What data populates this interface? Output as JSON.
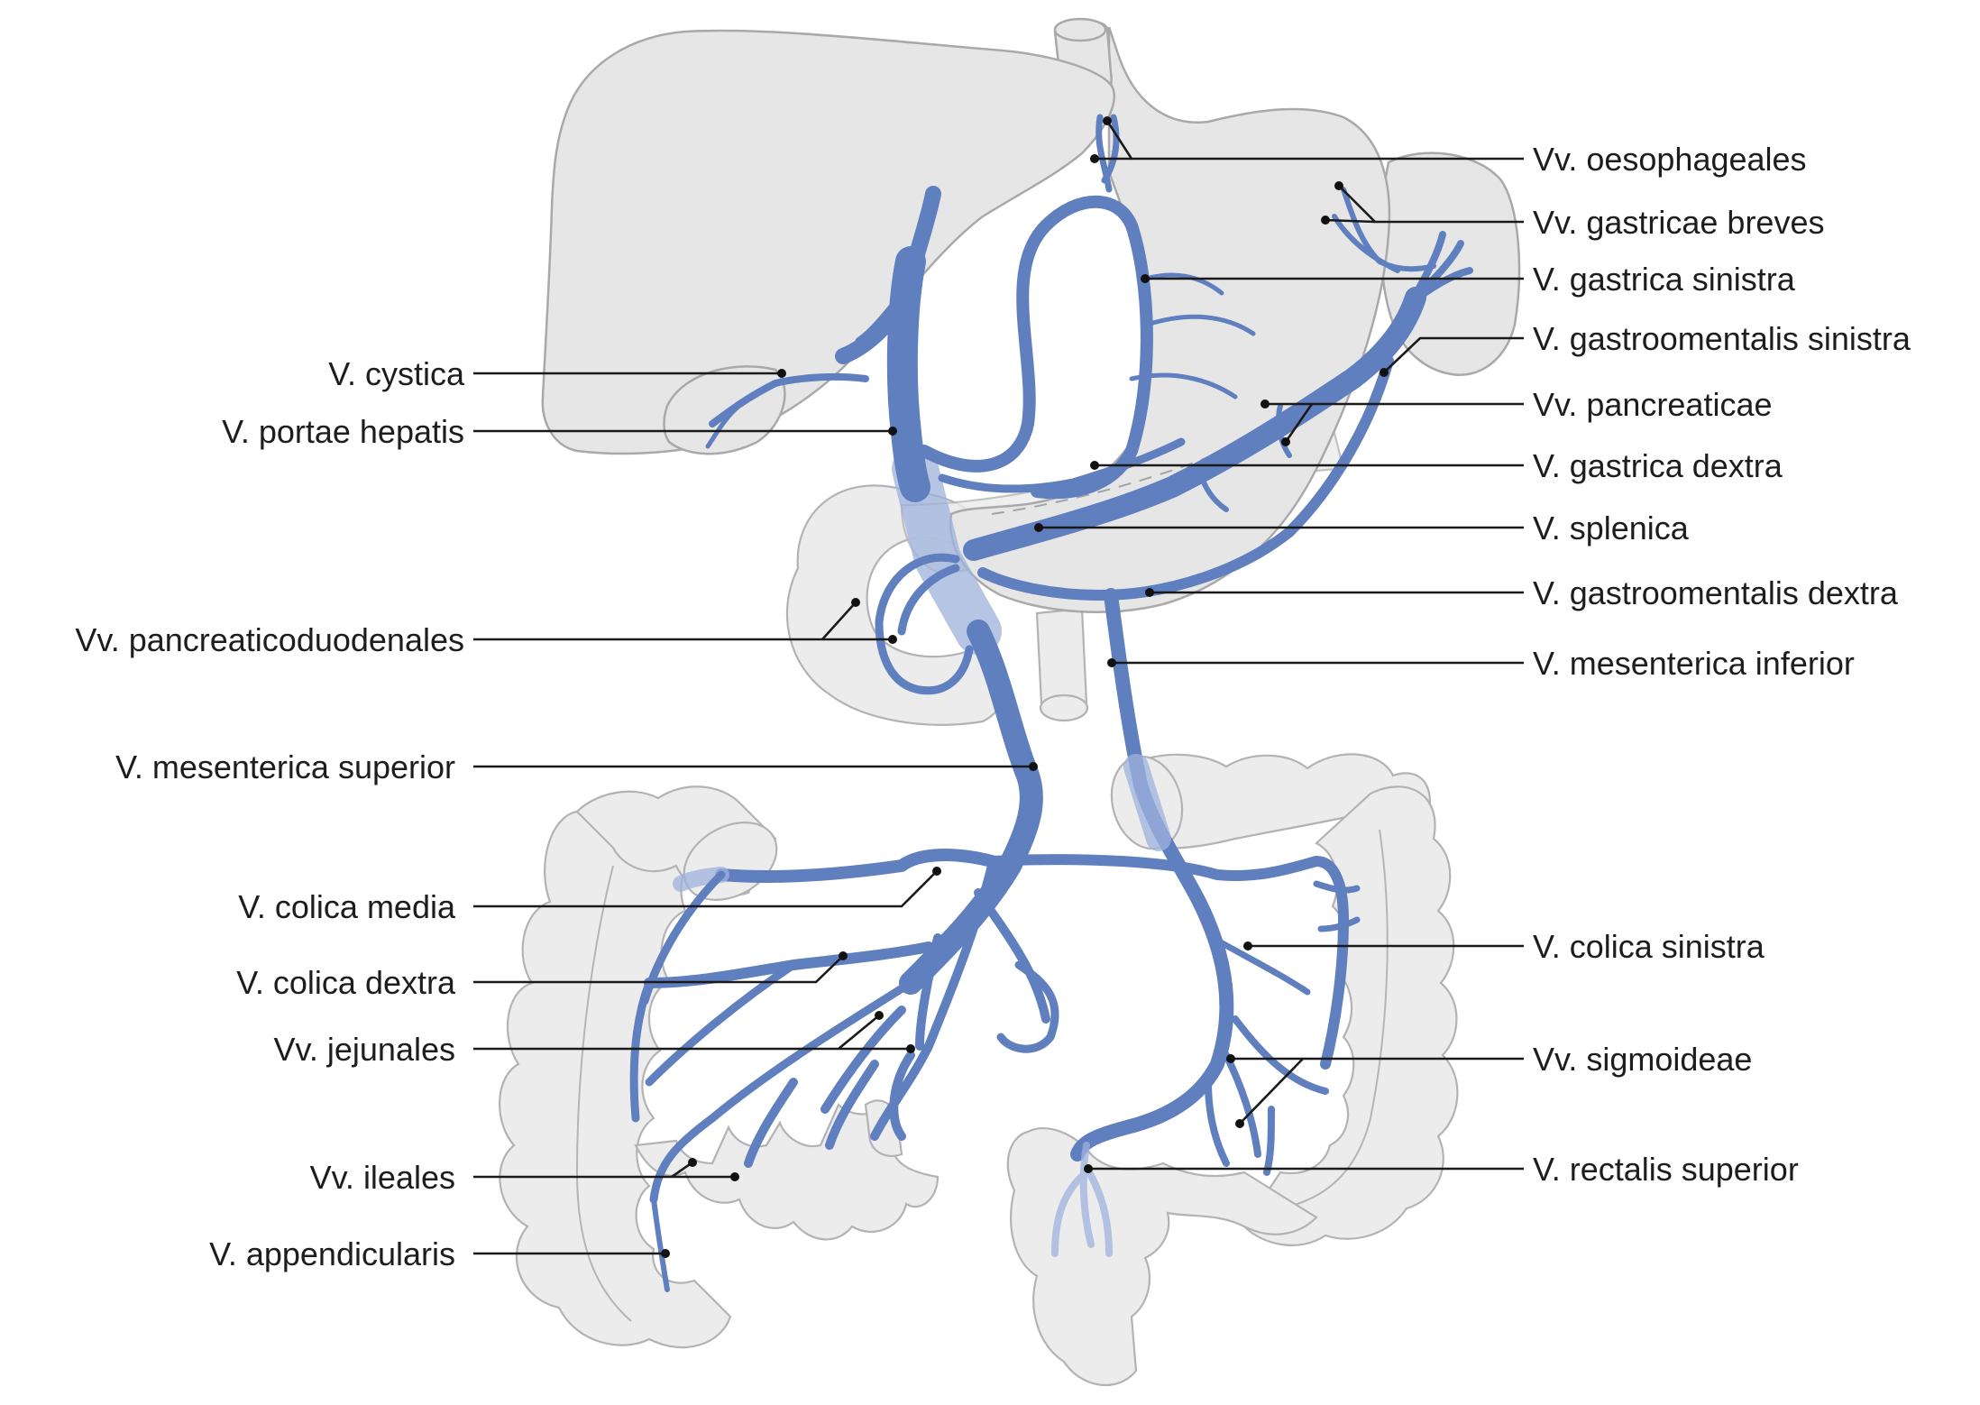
{
  "labels": {
    "right": {
      "oesophageales": "Vv. oesophageales",
      "gastricae_breves": "Vv. gastricae breves",
      "gastrica_sinistra": "V. gastrica sinistra",
      "gastroomentalis_sinistra": "V. gastroomentalis sinistra",
      "pancreaticae": "Vv. pancreaticae",
      "gastrica_dextra": "V. gastrica dextra",
      "splenica": "V. splenica",
      "gastroomentalis_dextra": "V. gastroomentalis dextra",
      "mesenterica_inferior": "V. mesenterica inferior",
      "colica_sinistra": "V. colica sinistra",
      "sigmoideae": "Vv. sigmoideae",
      "rectalis_superior": "V. rectalis superior"
    },
    "left": {
      "cystica": "V. cystica",
      "portae_hepatis": "V. portae hepatis",
      "pancreaticoduodenales": "Vv. pancreaticoduodenales",
      "mesenterica_superior": "V. mesenterica superior",
      "colica_media": "V. colica media",
      "colica_dextra": "V. colica dextra",
      "jejunales": "Vv. jejunales",
      "ileales": "Vv. ileales",
      "appendicularis": "V. appendicularis"
    }
  },
  "colors": {
    "vein": "#5f7fbf",
    "organ_fill": "#e6e6e7",
    "organ_outline": "#a9a9ab",
    "leader": "#1a1a1a"
  }
}
